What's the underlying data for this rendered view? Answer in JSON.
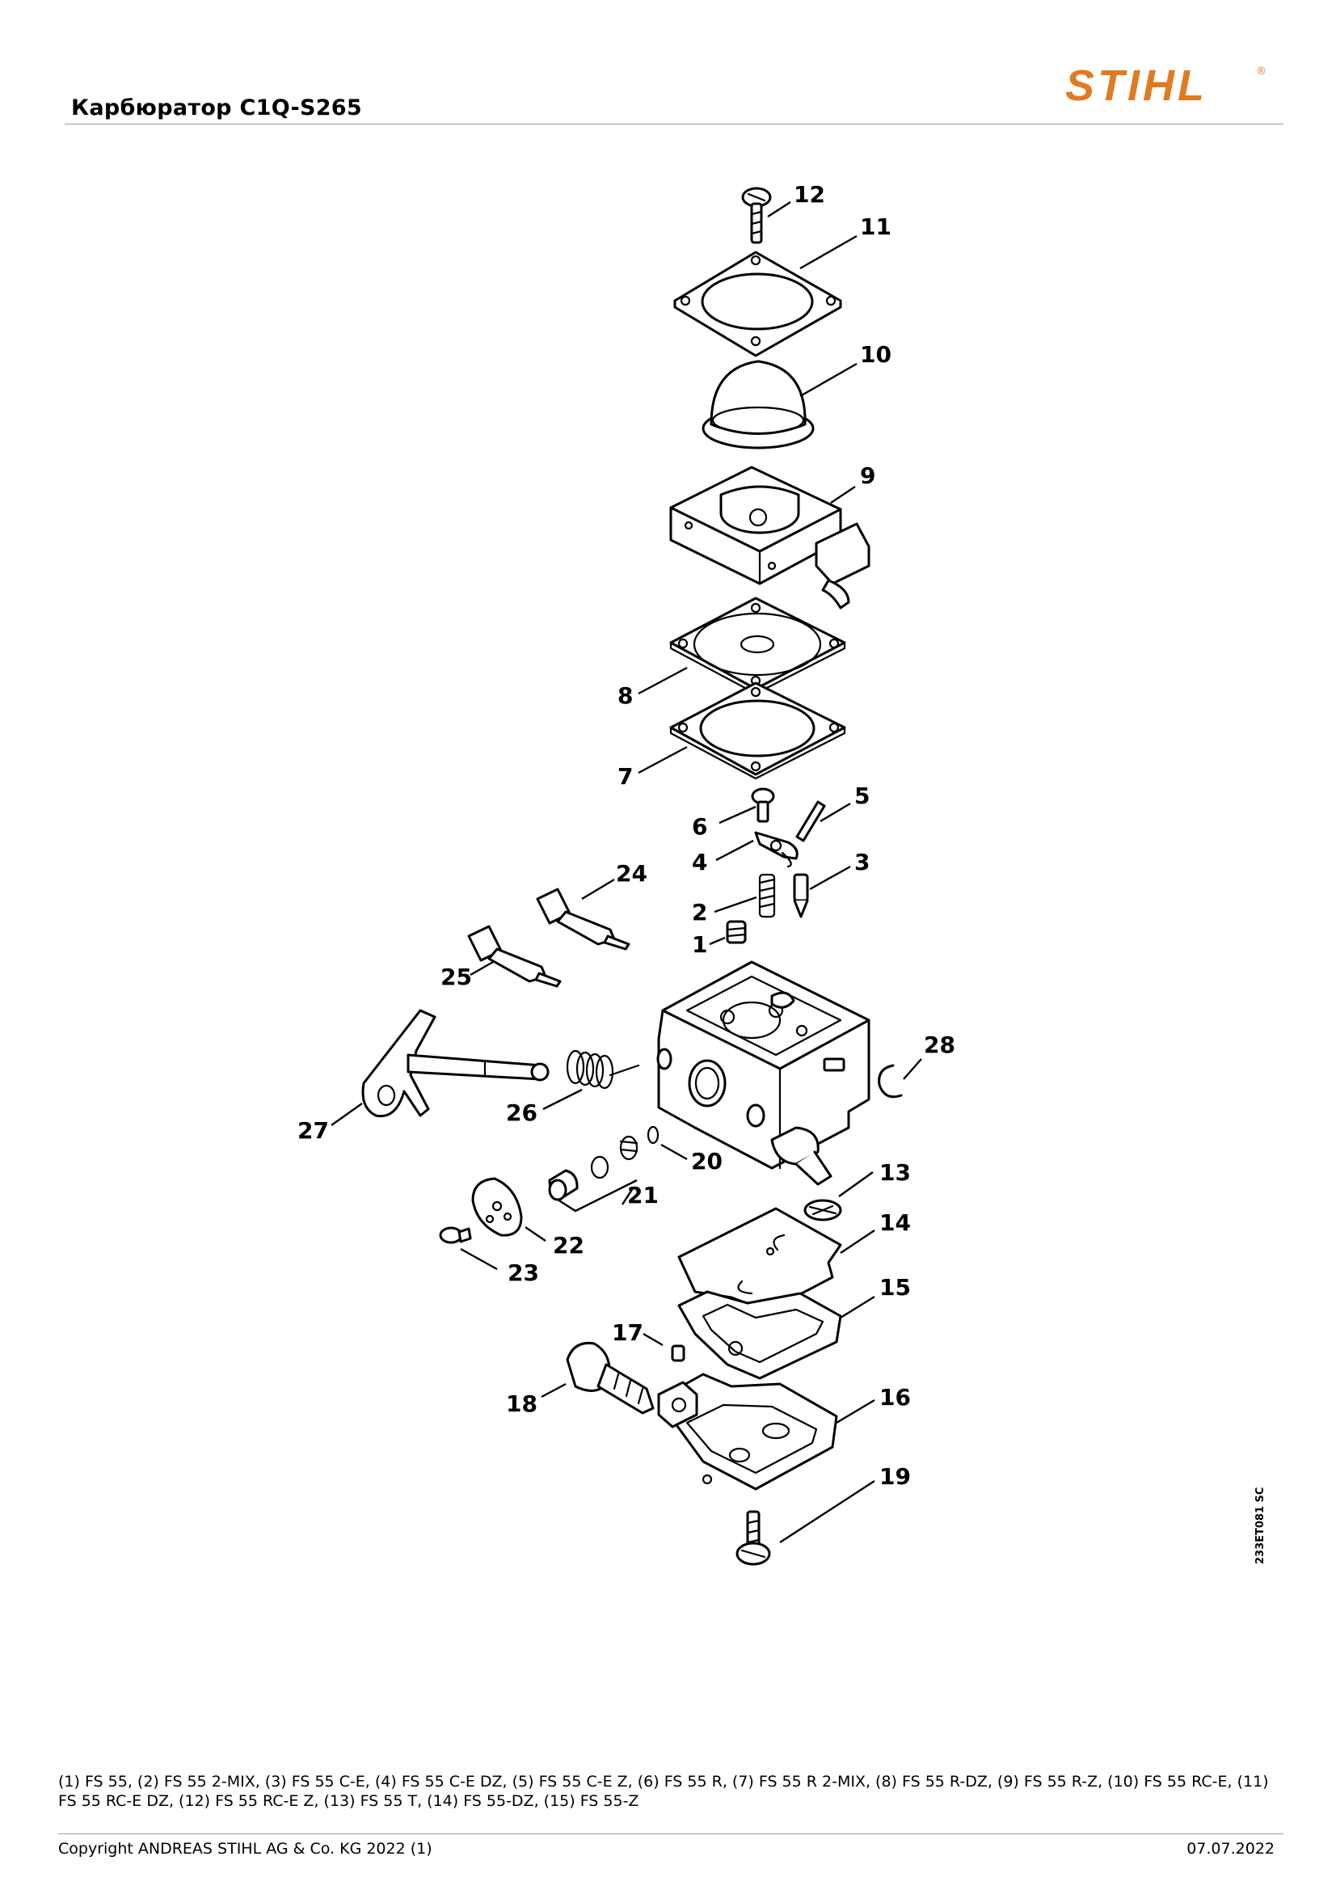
{
  "header": {
    "title": "Карбюратор C1Q-S265",
    "brand": "STIHL",
    "brand_mark": "®"
  },
  "colors": {
    "brand_orange": "#e07b22",
    "rule_gray": "#9a9a9a"
  },
  "diagram": {
    "drawing_code": "233ET081 SC",
    "callouts": [
      "1",
      "2",
      "3",
      "4",
      "5",
      "6",
      "7",
      "8",
      "9",
      "10",
      "11",
      "12",
      "13",
      "14",
      "15",
      "16",
      "17",
      "18",
      "19",
      "20",
      "21",
      "22",
      "23",
      "24",
      "25",
      "26",
      "27",
      "28"
    ]
  },
  "variants_text": "(1) FS 55, (2) FS 55 2-MIX, (3) FS 55 C-E, (4) FS 55 C-E DZ, (5) FS 55 C-E Z, (6) FS 55 R, (7) FS 55 R 2-MIX, (8) FS 55 R-DZ, (9) FS 55 R-Z, (10) FS 55 RC-E, (11) FS 55 RC-E DZ, (12) FS 55 RC-E Z, (13) FS 55 T, (14) FS 55-DZ, (15) FS 55-Z",
  "footer": {
    "copyright": "Copyright ANDREAS STIHL AG & Co. KG 2022 (1)",
    "date": "07.07.2022"
  }
}
